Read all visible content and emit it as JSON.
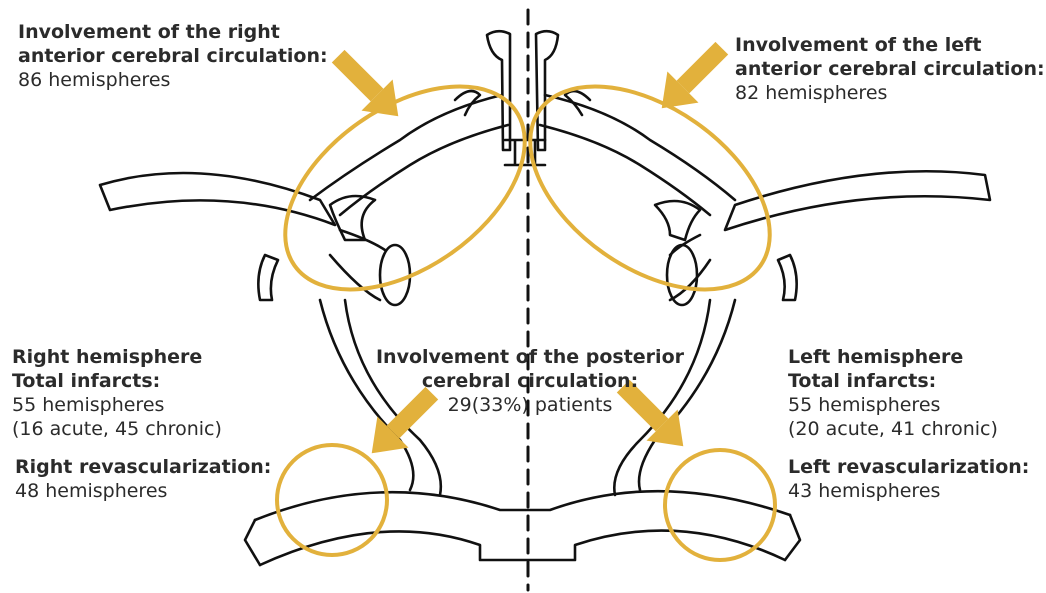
{
  "labels": {
    "right_anterior": {
      "title_line1": "Involvement of the right",
      "title_line2": "anterior cerebral circulation:",
      "value": "86 hemispheres"
    },
    "left_anterior": {
      "title_line1": "Involvement of the left",
      "title_line2": "anterior cerebral circulation:",
      "value": "82 hemispheres"
    },
    "right_hemisphere": {
      "title_line1": "Right hemisphere",
      "title_line2": "Total infarcts:",
      "value_line1": "55 hemispheres",
      "value_line2": "(16 acute, 45 chronic)"
    },
    "posterior": {
      "title_line1": "Involvement of the posterior",
      "title_line2": "cerebral circulation:",
      "value": "29(33%) patients"
    },
    "left_hemisphere": {
      "title_line1": "Left hemisphere",
      "title_line2": "Total infarcts:",
      "value_line1": "55 hemispheres",
      "value_line2": "(20 acute, 41 chronic)"
    },
    "right_revasc": {
      "title": "Right revascularization:",
      "value": "48 hemispheres"
    },
    "left_revasc": {
      "title": "Left revascularization:",
      "value": "43 hemispheres"
    }
  },
  "colors": {
    "highlight": "#e2b13c",
    "ink": "#111111",
    "text": "#2b2b2b"
  }
}
